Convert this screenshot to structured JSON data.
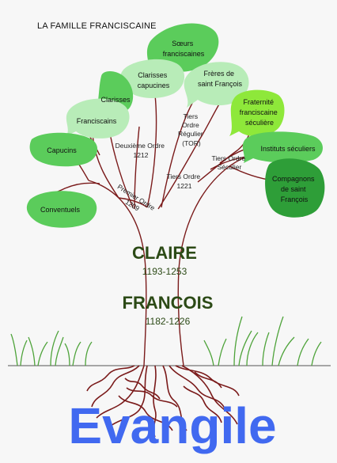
{
  "title": "LA FAMILLE FRANCISCAINE",
  "leaves": {
    "soeurs": [
      "Sœurs",
      "franciscaines"
    ],
    "clarisses_capucines": [
      "Clarisses",
      "capucines"
    ],
    "freres": [
      "Frères de",
      "saint François"
    ],
    "clarisses": [
      "Clarisses"
    ],
    "franciscains": [
      "Franciscains"
    ],
    "fraternite": [
      "Fraternité",
      "franciscaine",
      "séculière"
    ],
    "capucins": [
      "Capucins"
    ],
    "instituts": [
      "Instituts séculiers"
    ],
    "compagnons": [
      "Compagnons",
      "de saint",
      "François"
    ],
    "conventuels": [
      "Conventuels"
    ]
  },
  "branches": {
    "deuxieme": [
      "Deuxième Ordre",
      "1212"
    ],
    "tiers_regulier": [
      "Tiers",
      "Ordre",
      "Régulier",
      "(TOR)"
    ],
    "tiers_seculier": [
      "Tiers Ordre",
      "Séculier"
    ],
    "tiers_1221": [
      "Tiers Ordre",
      "1221"
    ],
    "premier": [
      "Premier Ordre",
      "1209"
    ]
  },
  "founders": {
    "claire_name": "CLAIRE",
    "claire_years": "1193-1253",
    "francois_name": "FRANCOIS",
    "francois_years": "1182-1226"
  },
  "footer": "Evangile",
  "colors": {
    "trunk": "#7a1a1a",
    "leaf_light": "#b8ecb8",
    "leaf_mid": "#5bcc5b",
    "leaf_dark": "#2e9e38",
    "leaf_lime": "#8ee83a",
    "grass": "#4ea33a",
    "evangile": "#4169f0"
  }
}
